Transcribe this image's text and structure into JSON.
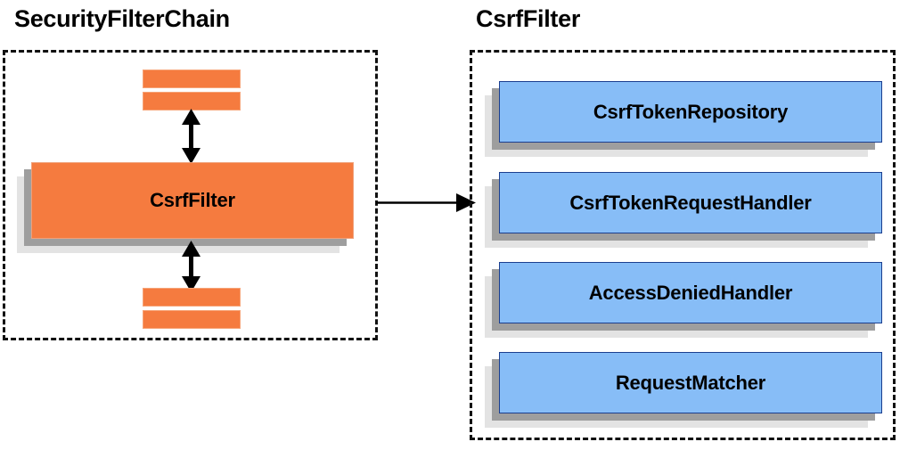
{
  "diagram": {
    "type": "component-relationship-diagram",
    "background": "#ffffff",
    "colors": {
      "orange_fill": "#f57b3f",
      "orange_border": "#f0a07a",
      "blue_fill": "#87bdf7",
      "blue_border": "#1b3f8f",
      "shadow_mid": "#9e9e9e",
      "shadow_back": "#e3e3e3",
      "dashed_border": "#111111",
      "arrow": "#000000",
      "text": "#000000"
    }
  },
  "groups": {
    "left": {
      "title": "SecurityFilterChain",
      "filters_above": [
        "",
        ""
      ],
      "highlighted_node": "CsrfFilter",
      "filters_below": [
        "",
        ""
      ]
    },
    "right": {
      "title": "CsrfFilter",
      "collaborators": [
        "CsrfTokenRepository",
        "CsrfTokenRequestHandler",
        "AccessDeniedHandler",
        "RequestMatcher"
      ]
    }
  },
  "connectors": {
    "chain_up": "double-headed-vertical-arrow",
    "chain_down": "double-headed-vertical-arrow",
    "expand": "single-headed-horizontal-arrow"
  }
}
